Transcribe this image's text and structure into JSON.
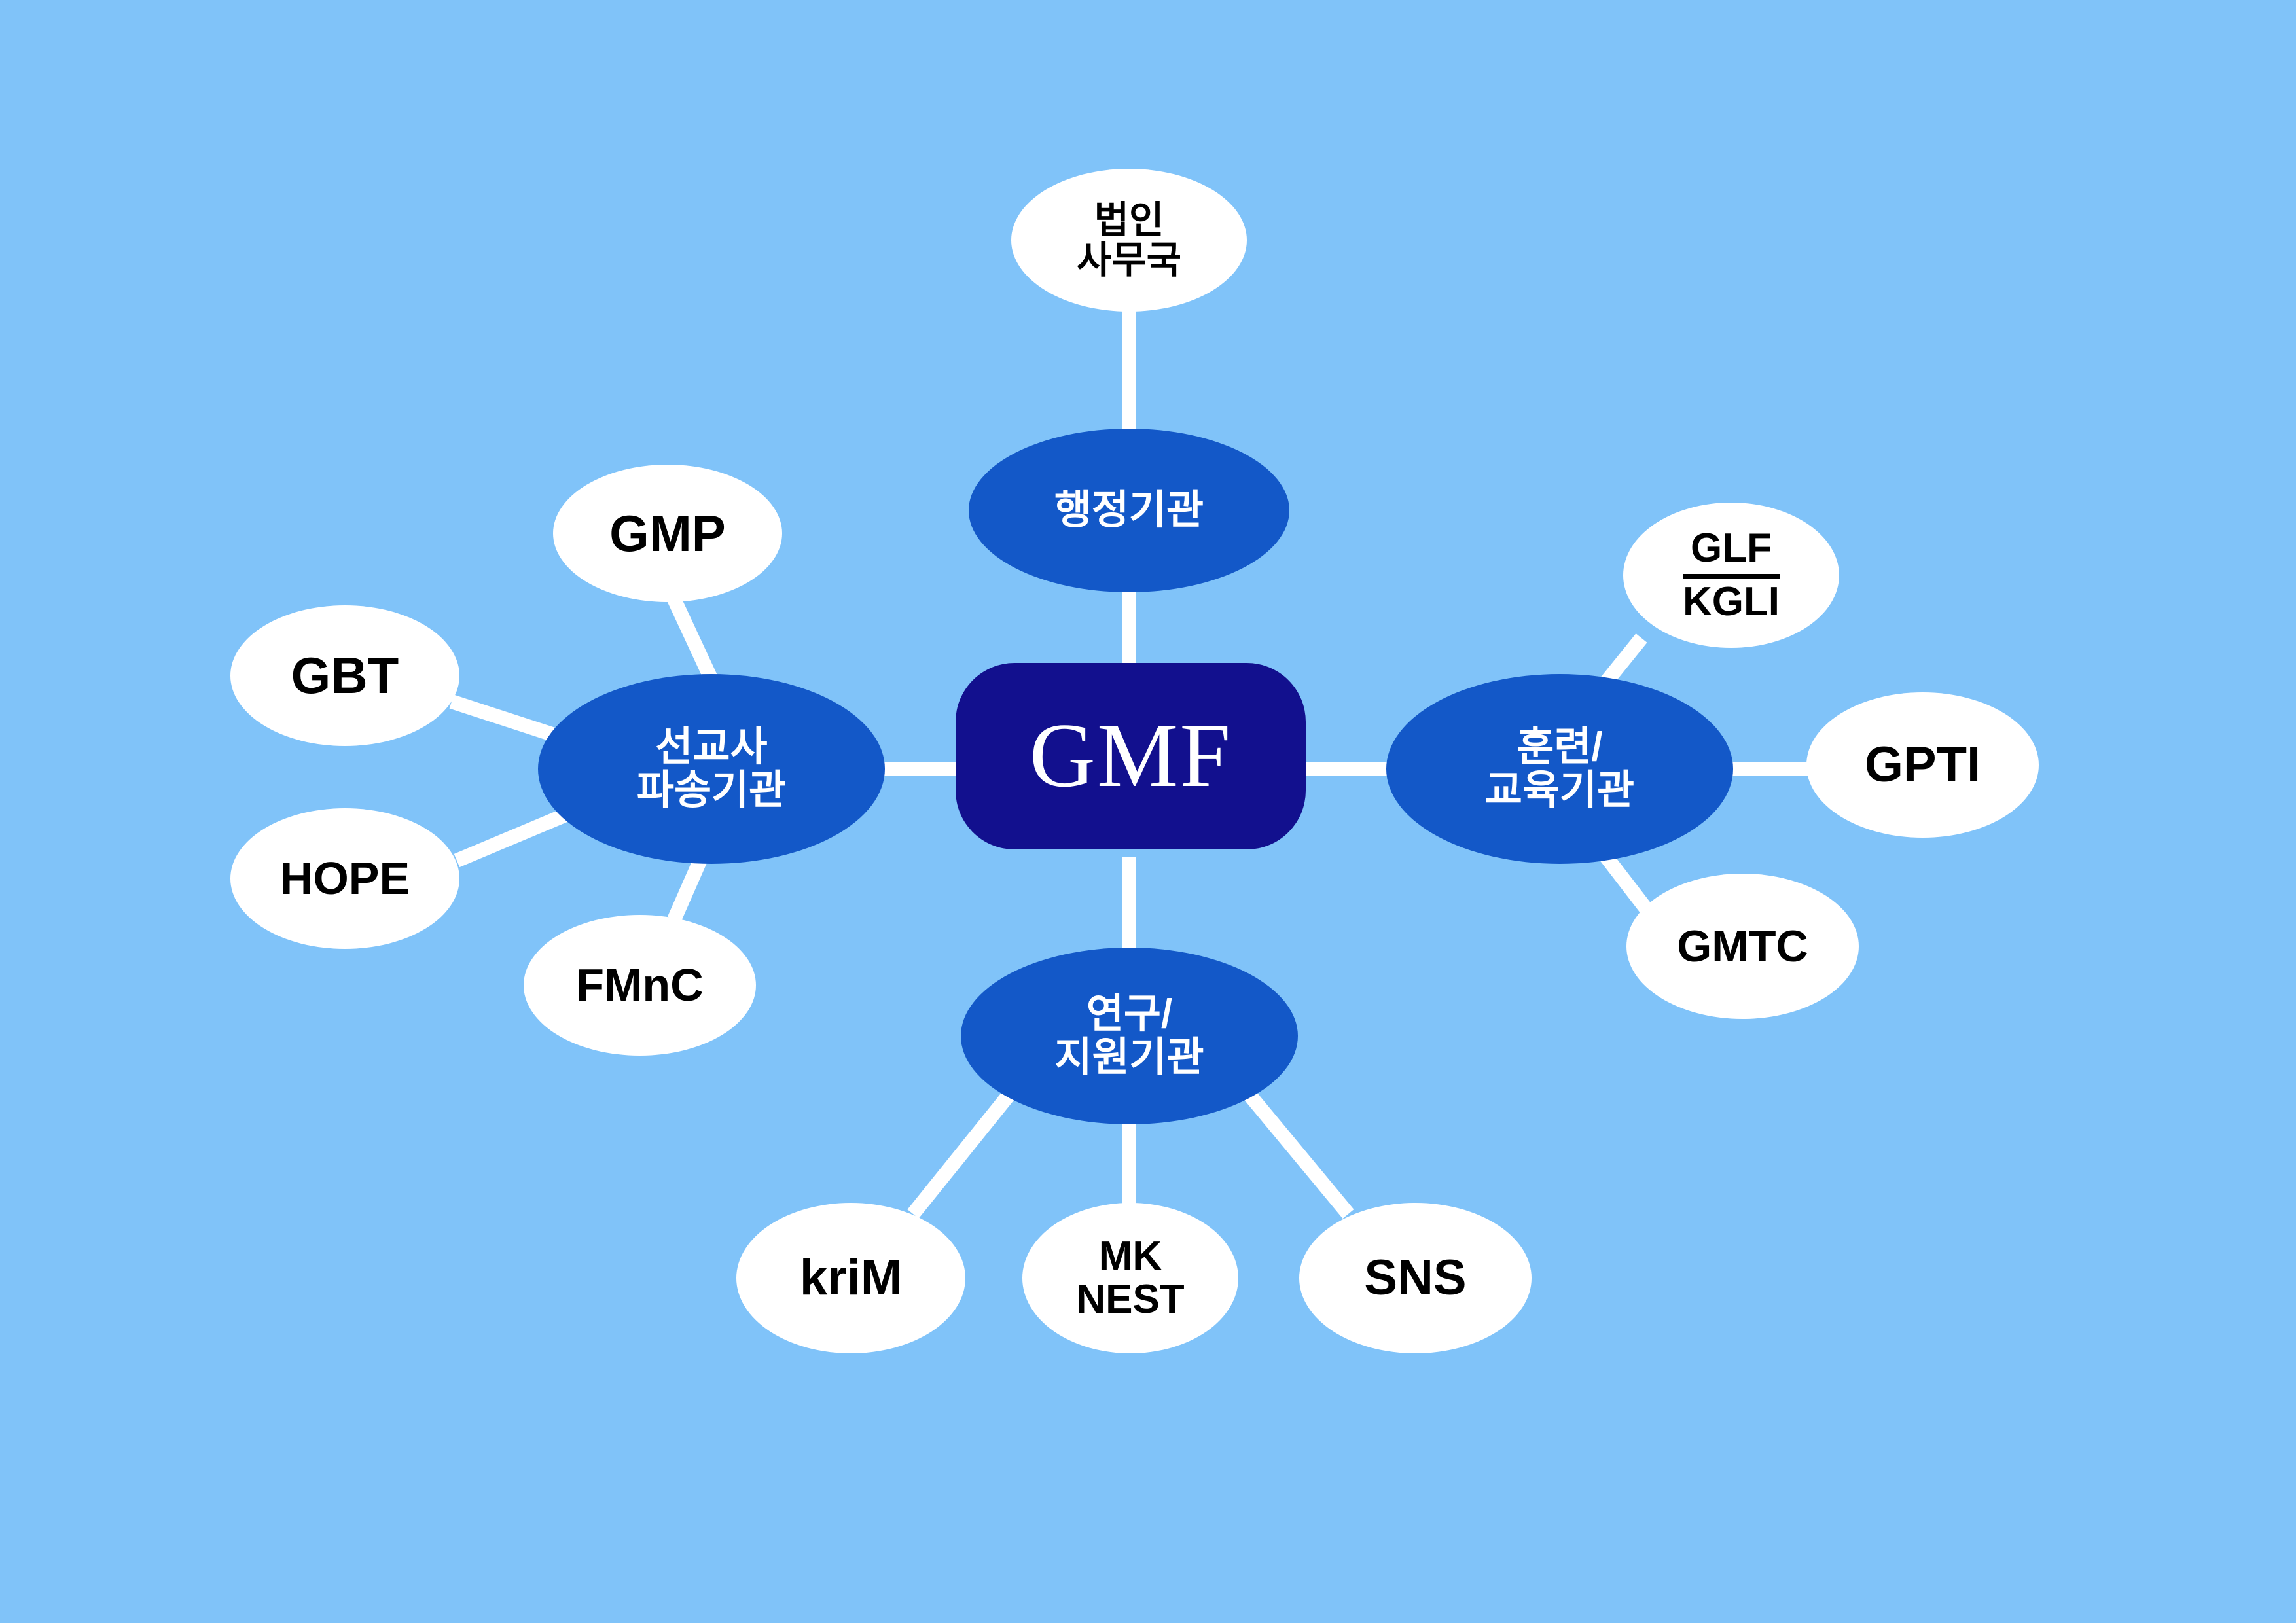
{
  "diagram": {
    "type": "mind-map",
    "title_node": "GMF",
    "background_color": "#80c3f9",
    "hub_color": "#1358c8",
    "center_color": "#12108e",
    "leaf_color": "#ffffff",
    "edge_color": "#ffffff",
    "center": {
      "label": "GMF"
    },
    "hubs": [
      {
        "id": "admin",
        "label": "행정기관"
      },
      {
        "id": "sending",
        "label": "선교사\n파송기관"
      },
      {
        "id": "training",
        "label": "훈련/\n교육기관"
      },
      {
        "id": "research",
        "label": "연구/\n지원기관"
      }
    ],
    "leaves": [
      {
        "id": "corporate-office",
        "parent": "admin",
        "label": "법인\n사무국"
      },
      {
        "id": "gmp",
        "parent": "sending",
        "label": "GMP"
      },
      {
        "id": "gbt",
        "parent": "sending",
        "label": "GBT"
      },
      {
        "id": "hope",
        "parent": "sending",
        "label": "HOPE"
      },
      {
        "id": "fmnc",
        "parent": "sending",
        "label": "FMnC"
      },
      {
        "id": "glf-kgli",
        "parent": "training",
        "label_top": "GLF",
        "label_bottom": "KGLI",
        "divider": true
      },
      {
        "id": "gpti",
        "parent": "training",
        "label": "GPTI"
      },
      {
        "id": "gmtc",
        "parent": "training",
        "label": "GMTC"
      },
      {
        "id": "krim",
        "parent": "research",
        "label": "kriM"
      },
      {
        "id": "mk-nest",
        "parent": "research",
        "label": "MK\nNEST"
      },
      {
        "id": "sns",
        "parent": "research",
        "label": "SNS"
      }
    ],
    "edges": [
      {
        "from": "admin",
        "to": "center"
      },
      {
        "from": "sending",
        "to": "center"
      },
      {
        "from": "training",
        "to": "center"
      },
      {
        "from": "research",
        "to": "center"
      },
      {
        "from": "corporate-office",
        "to": "admin"
      },
      {
        "from": "gmp",
        "to": "sending"
      },
      {
        "from": "gbt",
        "to": "sending"
      },
      {
        "from": "hope",
        "to": "sending"
      },
      {
        "from": "fmnc",
        "to": "sending"
      },
      {
        "from": "glf-kgli",
        "to": "training"
      },
      {
        "from": "gpti",
        "to": "training"
      },
      {
        "from": "gmtc",
        "to": "training"
      },
      {
        "from": "krim",
        "to": "research"
      },
      {
        "from": "mk-nest",
        "to": "research"
      },
      {
        "from": "sns",
        "to": "research"
      }
    ]
  }
}
